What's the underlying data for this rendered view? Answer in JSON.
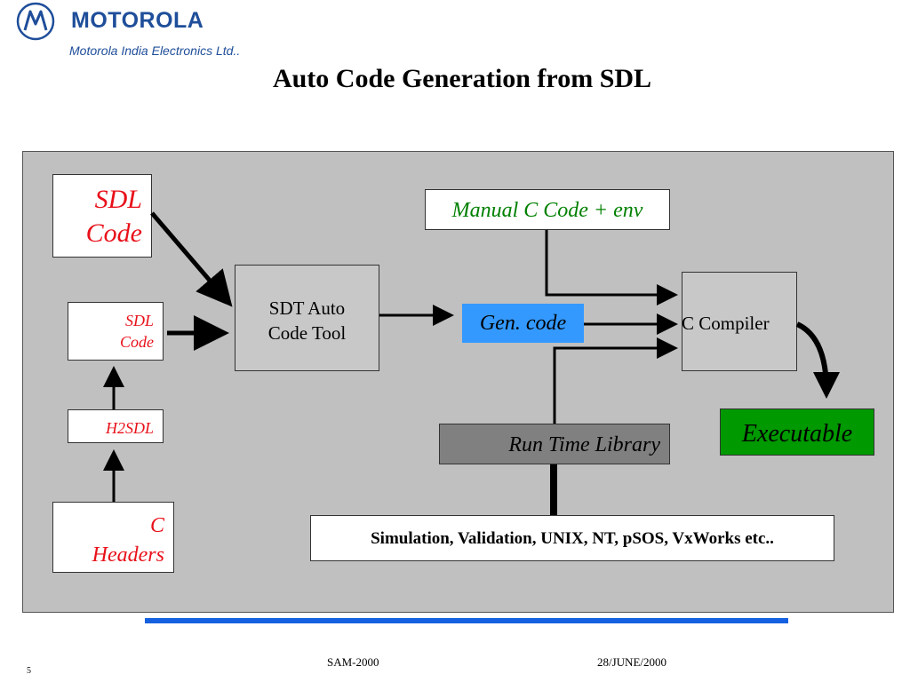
{
  "header": {
    "brand": "MOTOROLA",
    "subtitle": "Motorola India Electronics Ltd..",
    "logo_icon": "motorola-batwing-logo"
  },
  "slide": {
    "title": "Auto Code Generation from SDL"
  },
  "diagram": {
    "sdl_code_large": [
      "SDL",
      "Code"
    ],
    "sdl_code_small": [
      "SDL",
      "Code"
    ],
    "h2sdl": "H2SDL",
    "c_headers": [
      "C",
      "Headers"
    ],
    "sdt_tool": [
      "SDT Auto",
      "Code Tool"
    ],
    "manual_code": "Manual C Code + env",
    "gen_code": "Gen. code",
    "c_compiler": "C Compiler",
    "executable": "Executable",
    "runtime_lib": "Run Time Library",
    "platforms": "Simulation, Validation, UNIX, NT, pSOS, VxWorks etc..",
    "colors": {
      "panel": "#c0c0c0",
      "gen_code_fill": "#3399ff",
      "executable_fill": "#009900",
      "runtime_fill": "#808080",
      "red_text": "#e8101a",
      "green_text": "#008000",
      "brand_blue": "#1f4e9a",
      "accent_bar": "#1560e0"
    }
  },
  "footer": {
    "event": "SAM-2000",
    "date": "28/JUNE/2000",
    "page": "5"
  }
}
